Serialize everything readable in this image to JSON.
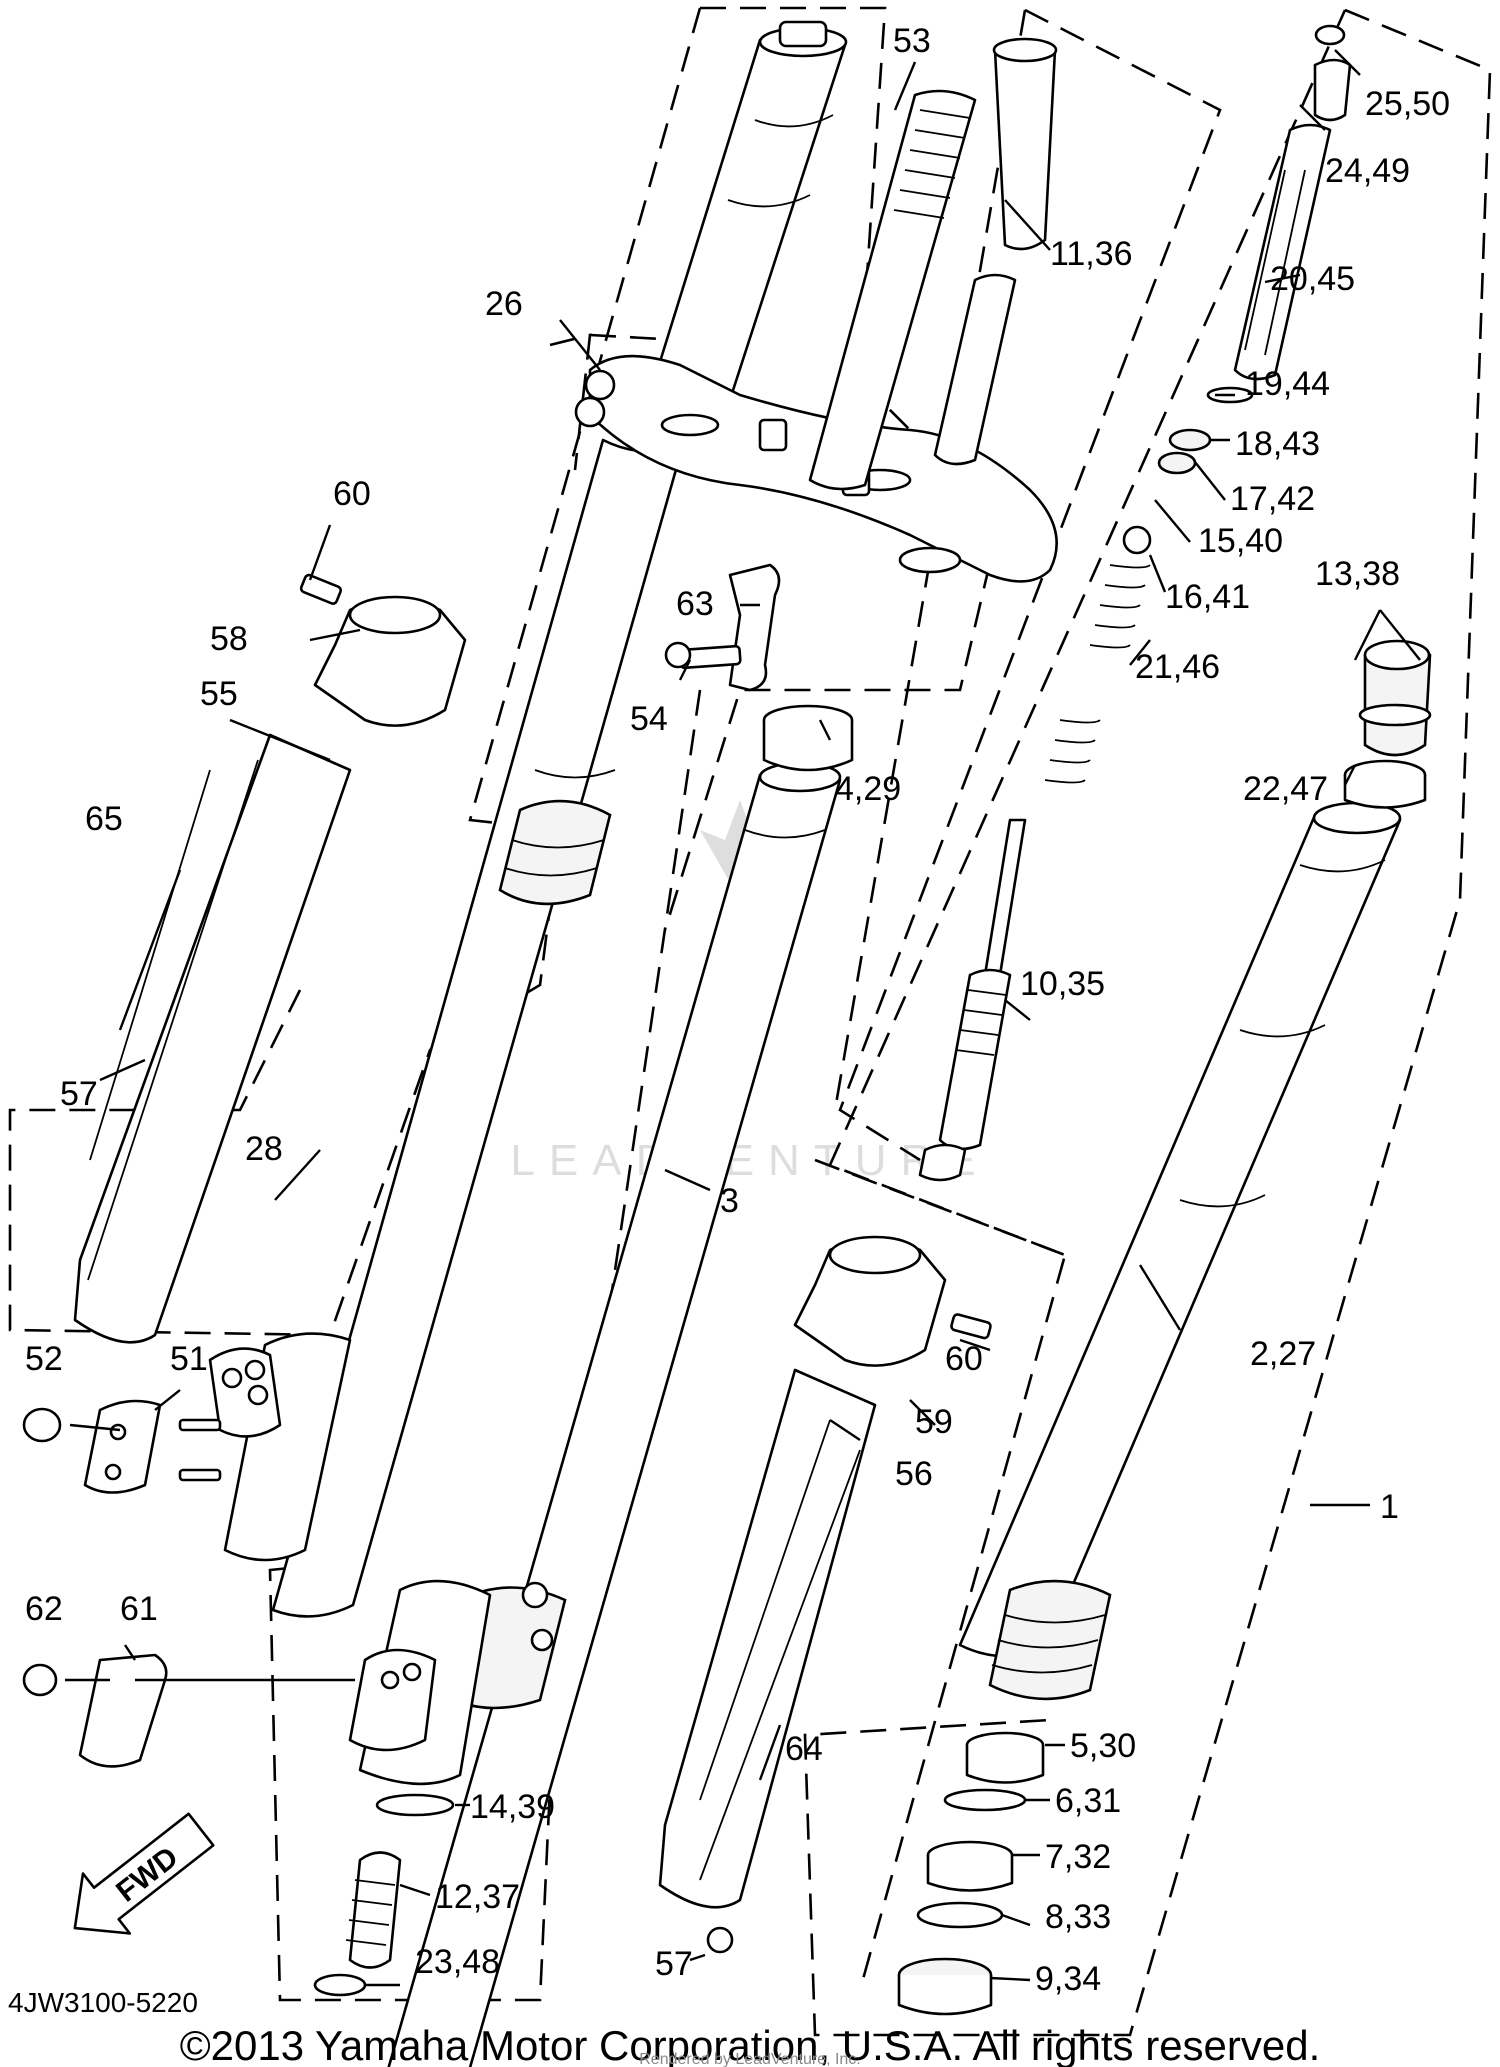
{
  "diagram": {
    "code": "4JW3100-5220",
    "direction_arrow": "FWD",
    "copyright": "©2013 Yamaha Motor Corporation, U.S.A. All rights reserved.",
    "rendered_by": "Rendered by LeadVenture, Inc.",
    "watermark": "LEADVENTURE"
  },
  "part_labels": [
    {
      "id": "p53",
      "text": "53"
    },
    {
      "id": "p25_50",
      "text": "25,50"
    },
    {
      "id": "p24_49",
      "text": "24,49"
    },
    {
      "id": "p11_36",
      "text": "11,36"
    },
    {
      "id": "p20_45",
      "text": "20,45"
    },
    {
      "id": "p26",
      "text": "26"
    },
    {
      "id": "p19_44",
      "text": "19,44"
    },
    {
      "id": "p18_43",
      "text": "18,43"
    },
    {
      "id": "p17_42",
      "text": "17,42"
    },
    {
      "id": "p60a",
      "text": "60"
    },
    {
      "id": "p15_40",
      "text": "15,40"
    },
    {
      "id": "p13_38",
      "text": "13,38"
    },
    {
      "id": "p16_41",
      "text": "16,41"
    },
    {
      "id": "p63",
      "text": "63"
    },
    {
      "id": "p58",
      "text": "58"
    },
    {
      "id": "p21_46",
      "text": "21,46"
    },
    {
      "id": "p55",
      "text": "55"
    },
    {
      "id": "p54",
      "text": "54"
    },
    {
      "id": "p22_47",
      "text": "22,47"
    },
    {
      "id": "p4_29",
      "text": "4,29"
    },
    {
      "id": "p65",
      "text": "65"
    },
    {
      "id": "p10_35",
      "text": "10,35"
    },
    {
      "id": "p57a",
      "text": "57"
    },
    {
      "id": "p28",
      "text": "28"
    },
    {
      "id": "p3",
      "text": "3"
    },
    {
      "id": "p52",
      "text": "52"
    },
    {
      "id": "p51",
      "text": "51"
    },
    {
      "id": "p60b",
      "text": "60"
    },
    {
      "id": "p2_27",
      "text": "2,27"
    },
    {
      "id": "p59",
      "text": "59"
    },
    {
      "id": "p56",
      "text": "56"
    },
    {
      "id": "p1",
      "text": "1"
    },
    {
      "id": "p62",
      "text": "62"
    },
    {
      "id": "p61",
      "text": "61"
    },
    {
      "id": "p5_30",
      "text": "5,30"
    },
    {
      "id": "p64",
      "text": "64"
    },
    {
      "id": "p6_31",
      "text": "6,31"
    },
    {
      "id": "p14_39",
      "text": "14,39"
    },
    {
      "id": "p7_32",
      "text": "7,32"
    },
    {
      "id": "p12_37",
      "text": "12,37"
    },
    {
      "id": "p8_33",
      "text": "8,33"
    },
    {
      "id": "p23_48",
      "text": "23,48"
    },
    {
      "id": "p57b",
      "text": "57"
    },
    {
      "id": "p9_34",
      "text": "9,34"
    }
  ]
}
